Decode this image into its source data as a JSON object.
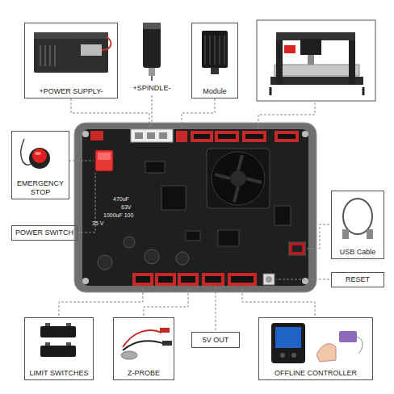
{
  "diagram": {
    "nodes": [
      {
        "text": [
          "+POWER SUPPLY-"
        ]
      },
      {
        "text": [
          "Module"
        ]
      },
      {
        "text": [
          "EMERGENCY STOP"
        ]
      },
      {
        "text": [
          "POWER SWITCH"
        ]
      },
      {
        "text": [
          "USB Cable"
        ]
      },
      {
        "text": [
          "RESET"
        ]
      },
      {
        "text": [
          "LIMIT SWITCHES"
        ]
      },
      {
        "text": [
          "Z-PROBE"
        ]
      },
      {
        "text": [
          "5V OUT"
        ]
      },
      {
        "text": [
          "OFFLINE CONTROLLER"
        ]
      }
    ],
    "labels": [
      "+SPINDLE-",
      "470uF",
      "63V",
      "1000uF 100",
      "35 V"
    ]
  }
}
